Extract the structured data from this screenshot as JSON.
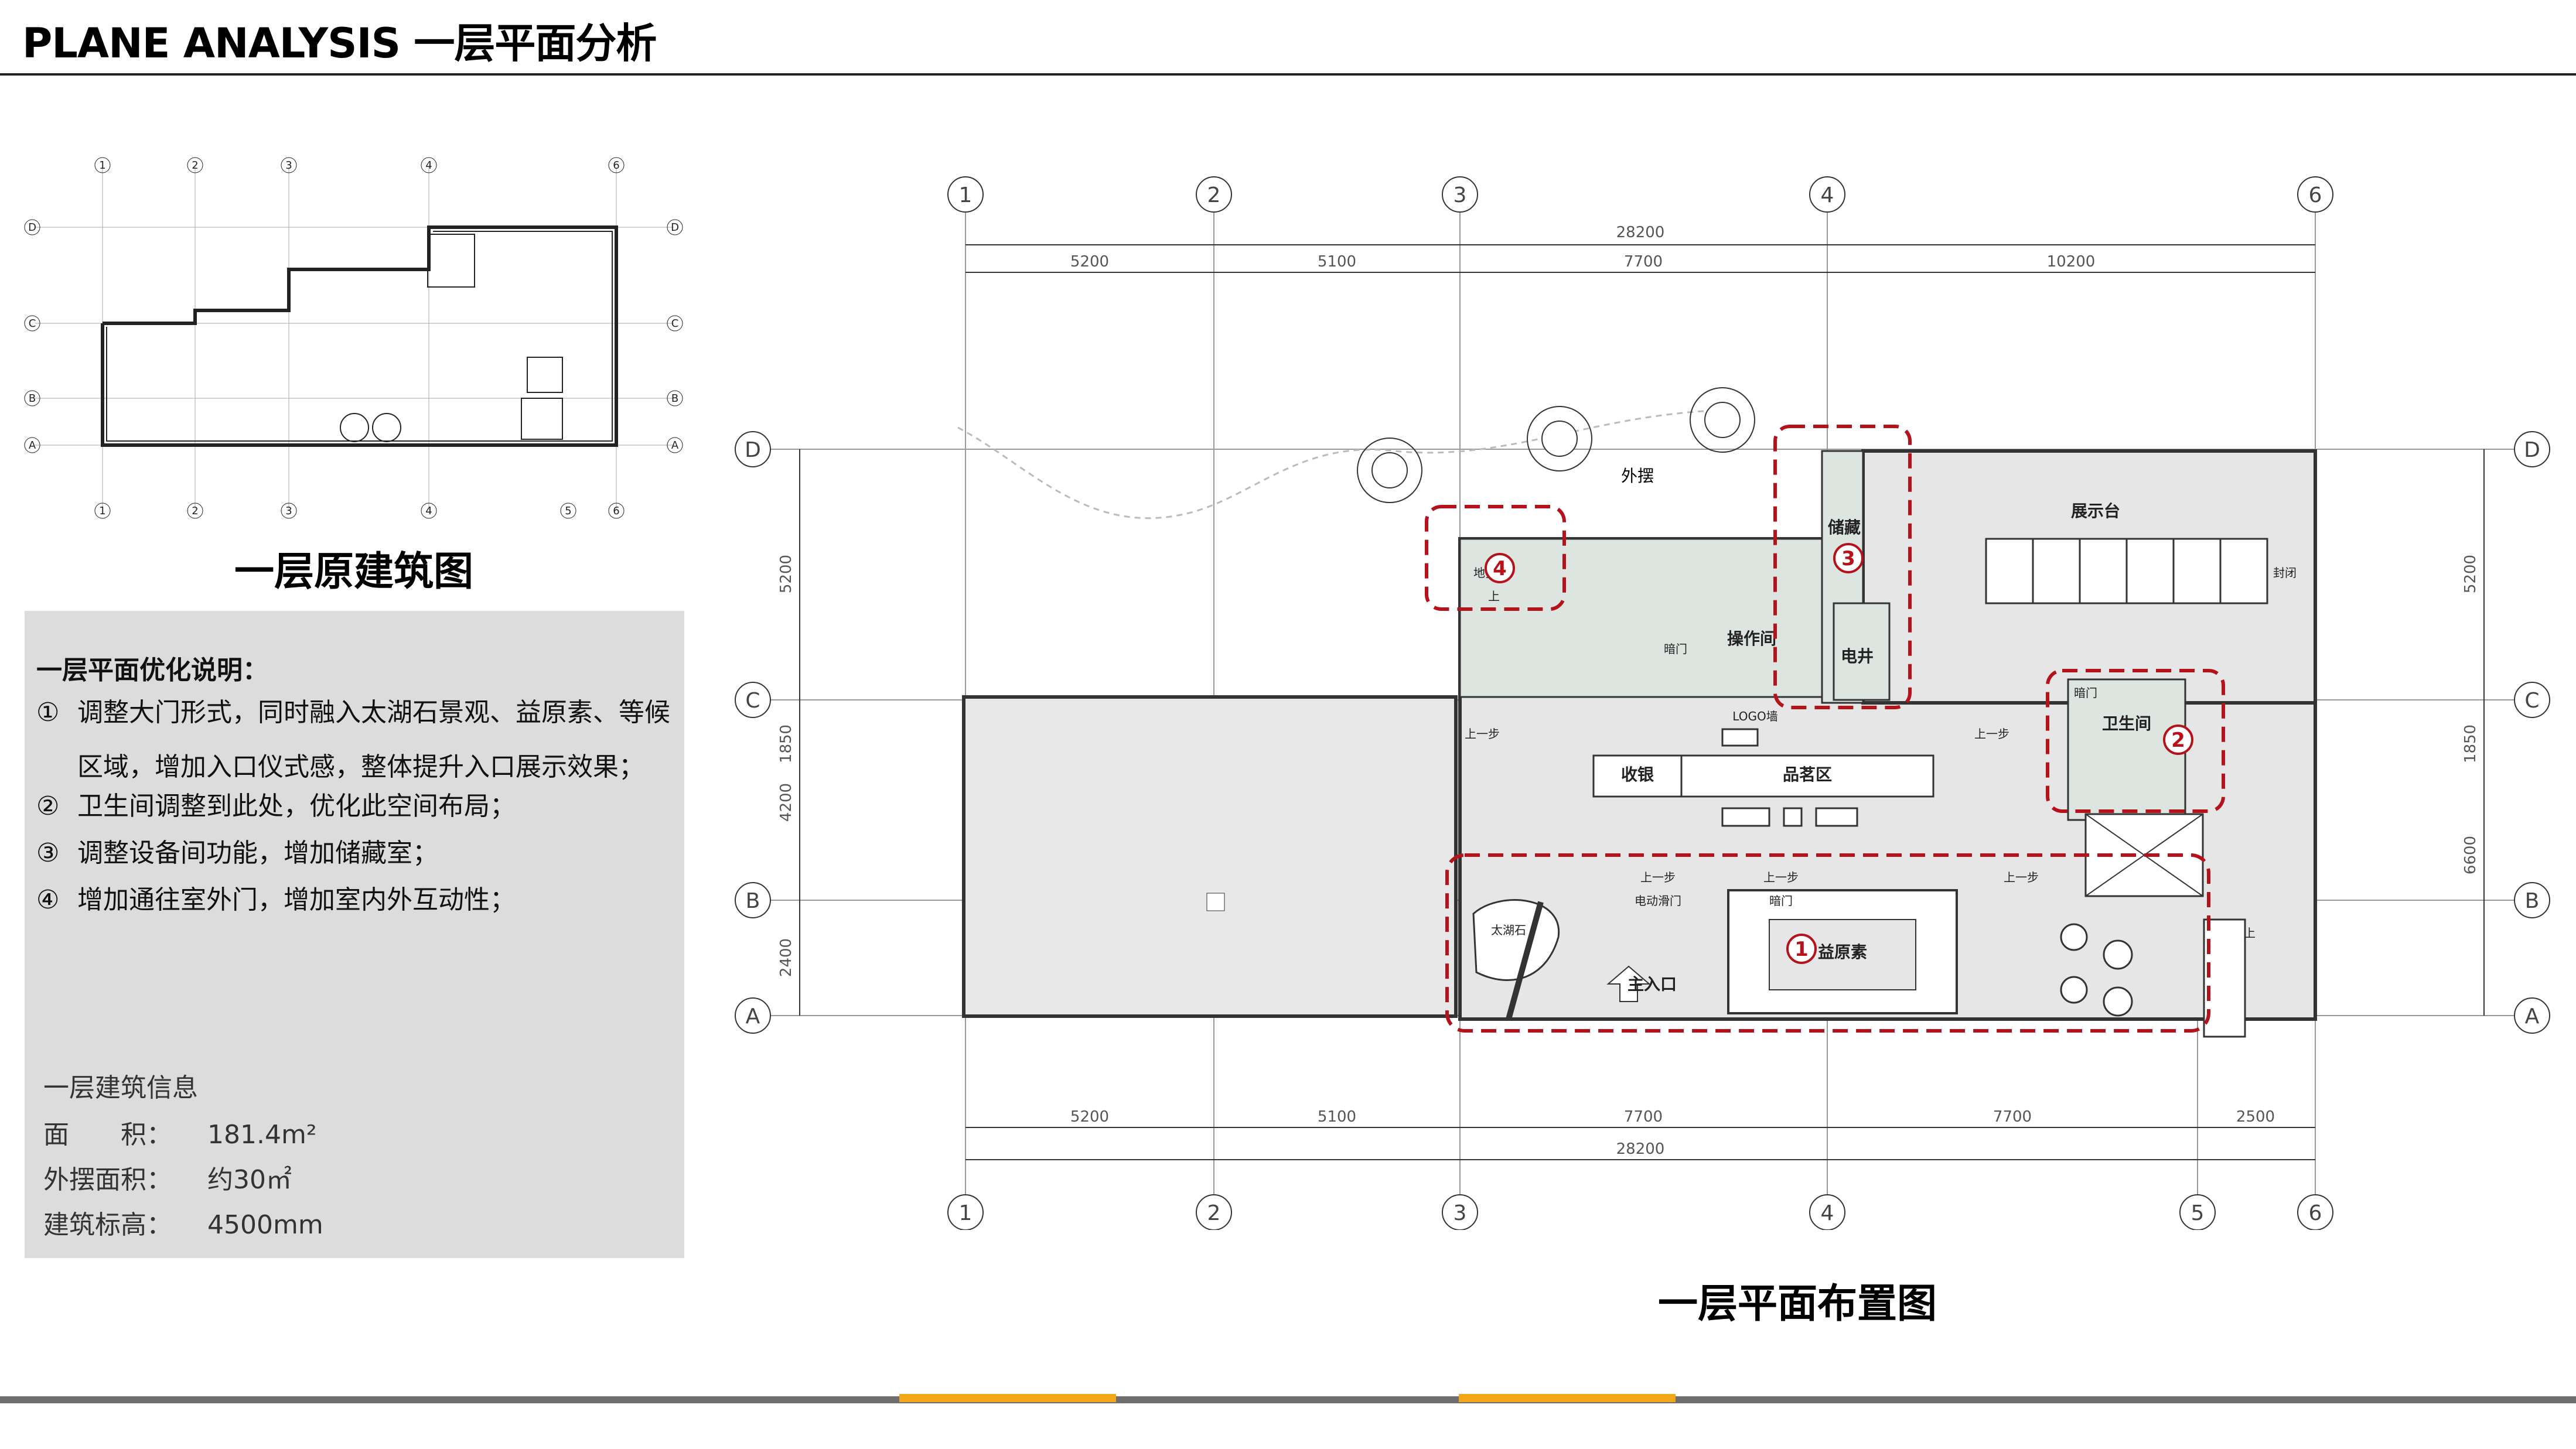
{
  "header": {
    "title": "PLANE ANALYSIS 一层平面分析"
  },
  "thumbnail": {
    "caption": "一层原建筑图"
  },
  "notes": {
    "heading": "一层平面优化说明：",
    "items": [
      {
        "num": "①",
        "text": "调整大门形式，同时融入太湖石景观、益原素、等候",
        "cont": "区域，增加入口仪式感，整体提升入口展示效果；"
      },
      {
        "num": "②",
        "text": "卫生间调整到此处，优化此空间布局；"
      },
      {
        "num": "③",
        "text": "调整设备间功能，增加储藏室；"
      },
      {
        "num": "④",
        "text": "增加通往室外门，增加室内外互动性；"
      }
    ],
    "info_title": "一层建筑信息",
    "info": [
      {
        "label": "面　　积：",
        "value": "181.4m²"
      },
      {
        "label": "外摆面积：",
        "value": "约30㎡"
      },
      {
        "label": "建筑标高：",
        "value": "4500mm"
      }
    ]
  },
  "plan": {
    "caption": "一层平面布置图",
    "axes_x": [
      "1",
      "2",
      "3",
      "4",
      "6"
    ],
    "axes_x_bottom": [
      "1",
      "2",
      "3",
      "4",
      "5",
      "6"
    ],
    "axes_y": [
      "D",
      "C",
      "B",
      "A"
    ],
    "dims_top": [
      "5200",
      "5100",
      "7700",
      "10200"
    ],
    "dims_top_total": "28200",
    "dims_bottom": [
      "5200",
      "5100",
      "7700",
      "7700",
      "2500"
    ],
    "dims_bottom_total": "28200",
    "dims_left": [
      "5200",
      "1850",
      "4200",
      "2400"
    ],
    "dims_right": [
      "5200",
      "1850",
      "6600"
    ],
    "rooms": {
      "outdoor": "外摆",
      "display": "展示台",
      "storage": "储藏",
      "operation": "操作间",
      "electric": "电井",
      "toilet": "卫生间",
      "cashier": "收银",
      "tea": "品茗区",
      "logo_wall": "LOGO墙",
      "taihu": "太湖石",
      "entrance": "主入口",
      "yiyuansu": "益原素",
      "door_auto": "电动滑门",
      "door_hidden": "暗门",
      "door_hidden2": "暗门",
      "door_hidden3": "暗门",
      "sealed": "封闭",
      "step_up": "上一步",
      "up": "上",
      "door4": "地弹门"
    },
    "markers": [
      "1",
      "2",
      "3",
      "4"
    ]
  },
  "colors": {
    "accent_red": "#b5121b",
    "room_green": "#dde5e0",
    "floor_gray": "#e6e6e6",
    "footer_orange": "#f2a71b"
  }
}
